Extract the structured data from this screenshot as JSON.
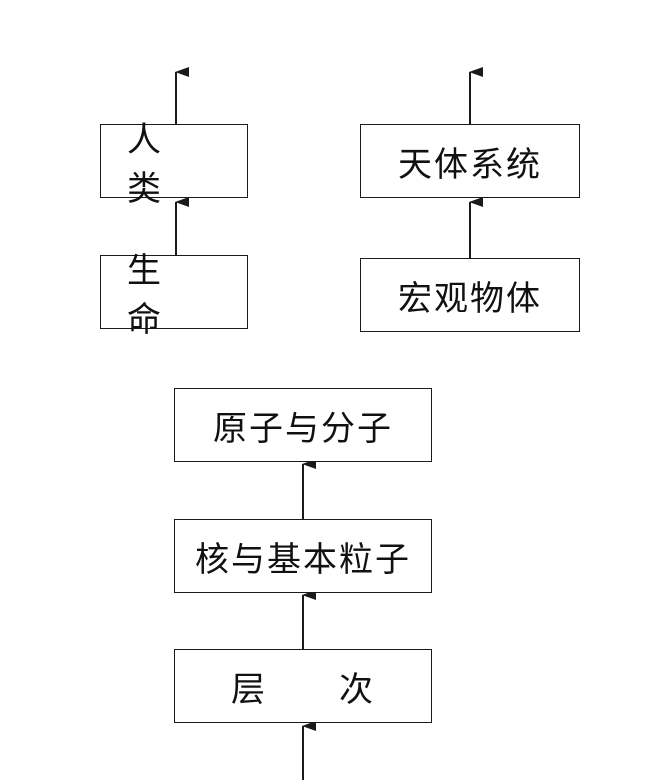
{
  "nodes": {
    "human": "人　类",
    "life": "生　命",
    "celestial_system": "天体系统",
    "macroscopic_object": "宏观物体",
    "atom_molecule": "原子与分子",
    "nucleus_particle": "核与基本粒子",
    "level": "层　　次"
  },
  "colors": {
    "line": "#1a1a1a",
    "text": "#111111",
    "background": "#ffffff"
  }
}
